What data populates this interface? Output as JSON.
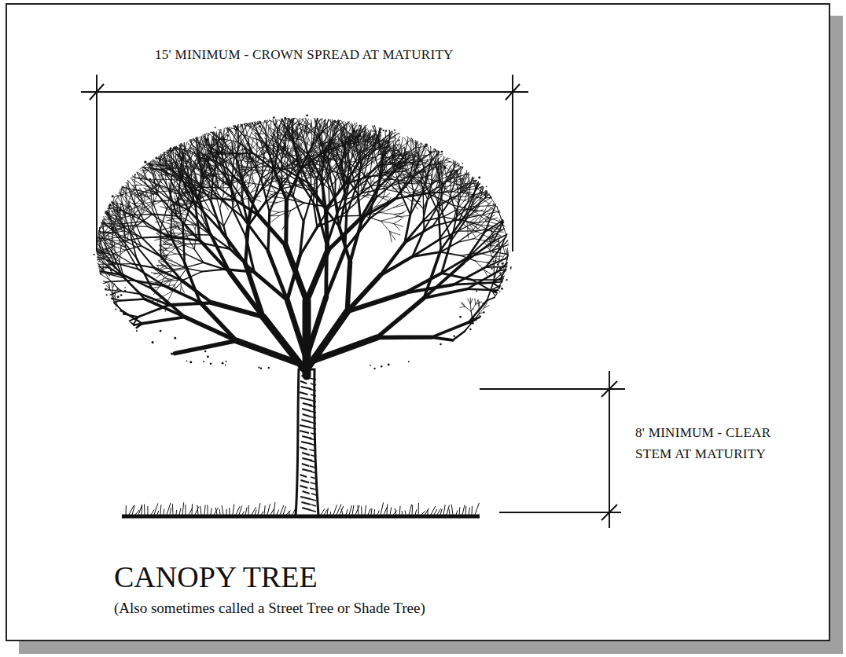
{
  "diagram": {
    "title": "CANOPY TREE",
    "caption": "(Also sometimes called a Street Tree or Shade Tree)",
    "labels": [
      "15' MINIMUM - CROWN SPREAD AT MATURITY",
      "8' MINIMUM - CLEAR STEM AT MATURITY"
    ]
  }
}
